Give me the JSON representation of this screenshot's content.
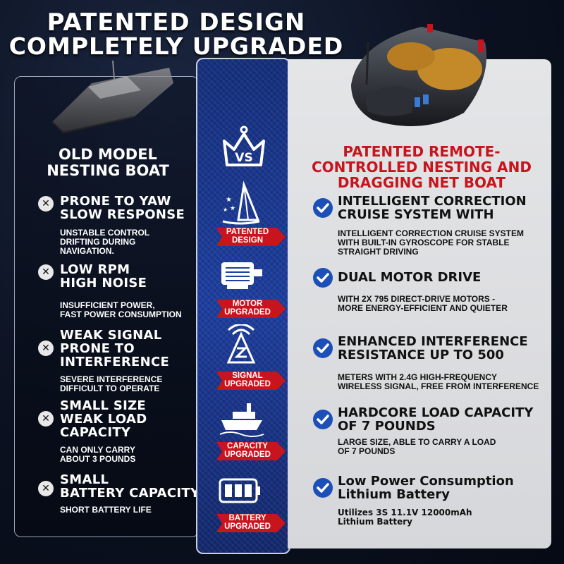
{
  "header": {
    "line1": "PATENTED DESIGN",
    "line2": "COMPLETELY UPGRADED"
  },
  "old_model": {
    "title": "OLD MODEL\nNESTING BOAT",
    "items": [
      {
        "heading": "PRONE TO YAW\nSLOW RESPONSE",
        "detail": "UNSTABLE CONTROL\nDRIFTING DURING\nNAVIGATION."
      },
      {
        "heading": "LOW RPM\nHIGH NOISE",
        "detail": "INSUFFICIENT POWER,\nFAST POWER CONSUMPTION"
      },
      {
        "heading": "WEAK SIGNAL\nPRONE TO\nINTERFERENCE",
        "detail": "SEVERE INTERFERENCE\nDIFFICULT TO OPERATE"
      },
      {
        "heading": "SMALL SIZE\nWEAK LOAD\nCAPACITY",
        "detail": "CAN ONLY CARRY\nABOUT 3 POUNDS"
      },
      {
        "heading": "SMALL\nBATTERY CAPACITY",
        "detail": "SHORT BATTERY LIFE"
      }
    ]
  },
  "comparison": {
    "vs_label": "VS",
    "banners": [
      "PATENTED\nDESIGN",
      "MOTOR\nUPGRADED",
      "SIGNAL\nUPGRADED",
      "CAPACITY\nUPGRADED",
      "BATTERY\nUPGRADED"
    ],
    "icons": [
      "patent-icon",
      "motor-icon",
      "signal-icon",
      "ship-icon",
      "battery-icon"
    ]
  },
  "new_model": {
    "title": "PATENTED REMOTE-\nCONTROLLED NESTING\nAND DRAGGING NET BOAT",
    "items": [
      {
        "heading": "INTELLIGENT CORRECTION\nCRUISE SYSTEM WITH",
        "detail": "INTELLIGENT CORRECTION CRUISE SYSTEM\nWITH BUILT-IN GYROSCOPE FOR STABLE\nSTRAIGHT DRIVING"
      },
      {
        "heading": "DUAL MOTOR DRIVE",
        "detail": "WITH 2X 795 DIRECT-DRIVE MOTORS -\nMORE ENERGY-EFFICIENT AND QUIETER"
      },
      {
        "heading": "ENHANCED INTERFERENCE\nRESISTANCE UP TO 500",
        "detail": "METERS WITH 2.4G HIGH-FREQUENCY\nWIRELESS SIGNAL, FREE FROM INTERFERENCE"
      },
      {
        "heading": "HARDCORE LOAD CAPACITY\nOF 7 POUNDS",
        "detail": "LARGE SIZE, ABLE TO CARRY A LOAD\nOF 7 POUNDS"
      },
      {
        "heading": "Low Power Consumption\nLithium Battery",
        "detail": "Utilizes 3S 11.1V 12000mAh\nLithium Battery"
      }
    ]
  },
  "colors": {
    "accent_red": "#c8141d",
    "panel_blue": "#1e3fa0",
    "check_blue": "#1d4fb8"
  }
}
